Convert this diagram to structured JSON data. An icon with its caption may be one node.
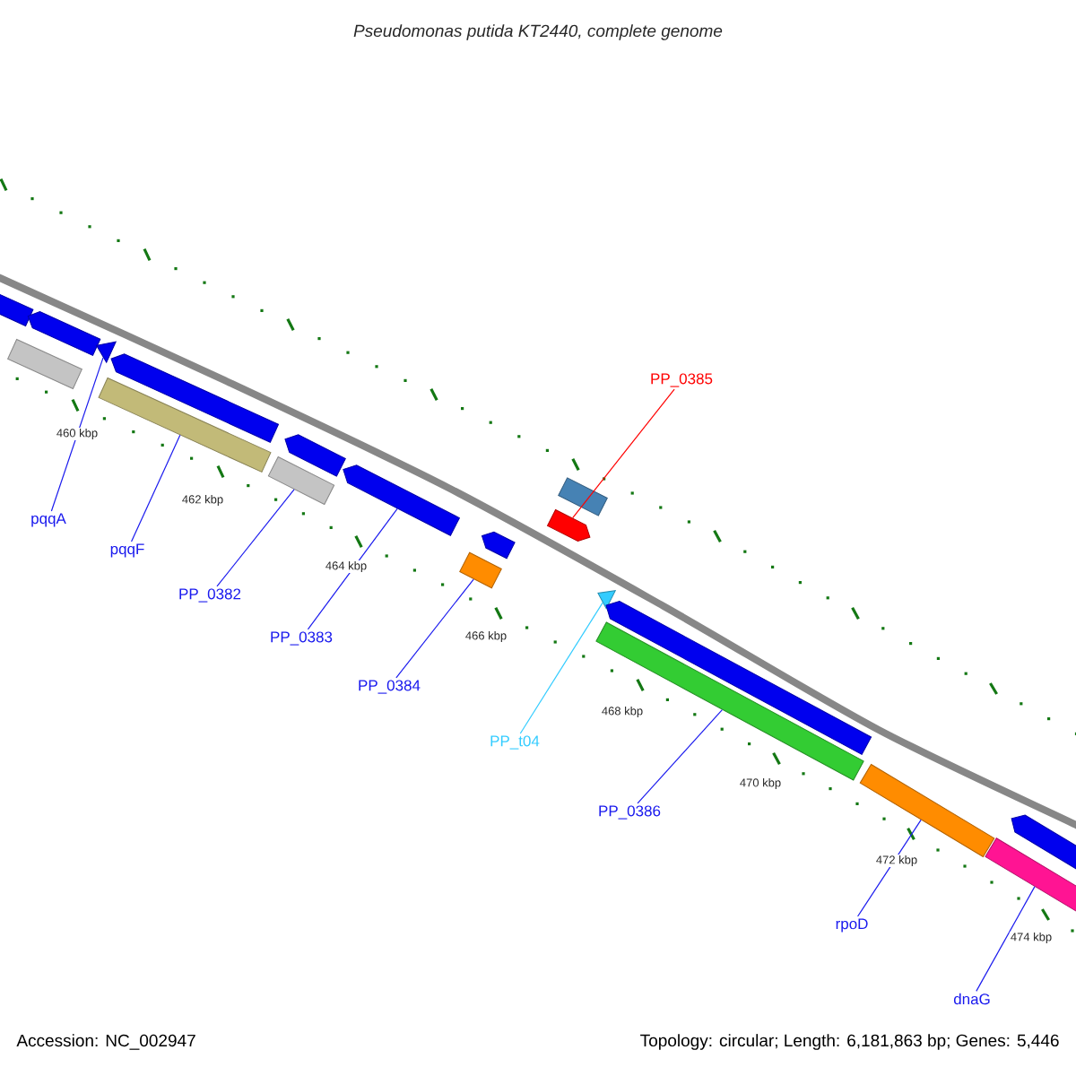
{
  "diagram": {
    "title": "Pseudomonas putida KT2440, complete genome",
    "nodes": [
      {
        "text": [],
        "shape": "arrow"
      },
      {
        "text": [],
        "shape": "box"
      },
      {
        "text": [],
        "shape": "arrow"
      },
      {
        "text": [],
        "shape": "triangle"
      },
      {
        "text": [],
        "shape": "box"
      },
      {
        "text": [],
        "shape": "arrow"
      },
      {
        "text": [],
        "shape": "box"
      },
      {
        "text": [],
        "shape": "arrow"
      },
      {
        "text": [],
        "shape": "arrow"
      },
      {
        "text": [],
        "shape": "box"
      },
      {
        "text": [],
        "shape": "arrow"
      },
      {
        "text": [],
        "shape": "arrow"
      },
      {
        "text": [],
        "shape": "box"
      },
      {
        "text": [],
        "shape": "triangle"
      },
      {
        "text": [],
        "shape": "box"
      },
      {
        "text": [],
        "shape": "arrow"
      },
      {
        "text": [],
        "shape": "box"
      },
      {
        "text": [],
        "shape": "box"
      },
      {
        "text": [],
        "shape": "arrow"
      },
      {
        "text": [
          "PP_0385"
        ]
      },
      {
        "text": [
          "pqqA"
        ]
      },
      {
        "text": [
          "pqqF"
        ]
      },
      {
        "text": [
          "PP_0382"
        ]
      },
      {
        "text": [
          "PP_0383"
        ]
      },
      {
        "text": [
          "PP_0384"
        ]
      },
      {
        "text": [
          "PP_t04"
        ]
      },
      {
        "text": [
          "PP_0386"
        ]
      },
      {
        "text": [
          "rpoD"
        ]
      },
      {
        "text": [
          "dnaG"
        ]
      }
    ],
    "edges": [
      {
        "from": 19,
        "to": 11,
        "arrow": "none",
        "color": "#ff0000"
      },
      {
        "from": 20,
        "to": 3,
        "arrow": "none"
      },
      {
        "from": 21,
        "to": 4,
        "arrow": "none"
      },
      {
        "from": 22,
        "to": 6,
        "arrow": "none"
      },
      {
        "from": 23,
        "to": 8,
        "arrow": "none"
      },
      {
        "from": 24,
        "to": 9,
        "arrow": "none"
      },
      {
        "from": 25,
        "to": 13,
        "arrow": "none",
        "color": "#33ccff"
      },
      {
        "from": 26,
        "to": 14,
        "arrow": "none"
      },
      {
        "from": 27,
        "to": 16,
        "arrow": "none"
      },
      {
        "from": 28,
        "to": 17,
        "arrow": "none"
      }
    ],
    "labels": [
      "460 kbp",
      "462 kbp",
      "464 kbp",
      "466 kbp",
      "468 kbp",
      "470 kbp",
      "472 kbp",
      "474 kbp",
      "Accession: NC_002947",
      "Topology: circular; Length: 6,181,863 bp; Genes: 5,446"
    ]
  }
}
